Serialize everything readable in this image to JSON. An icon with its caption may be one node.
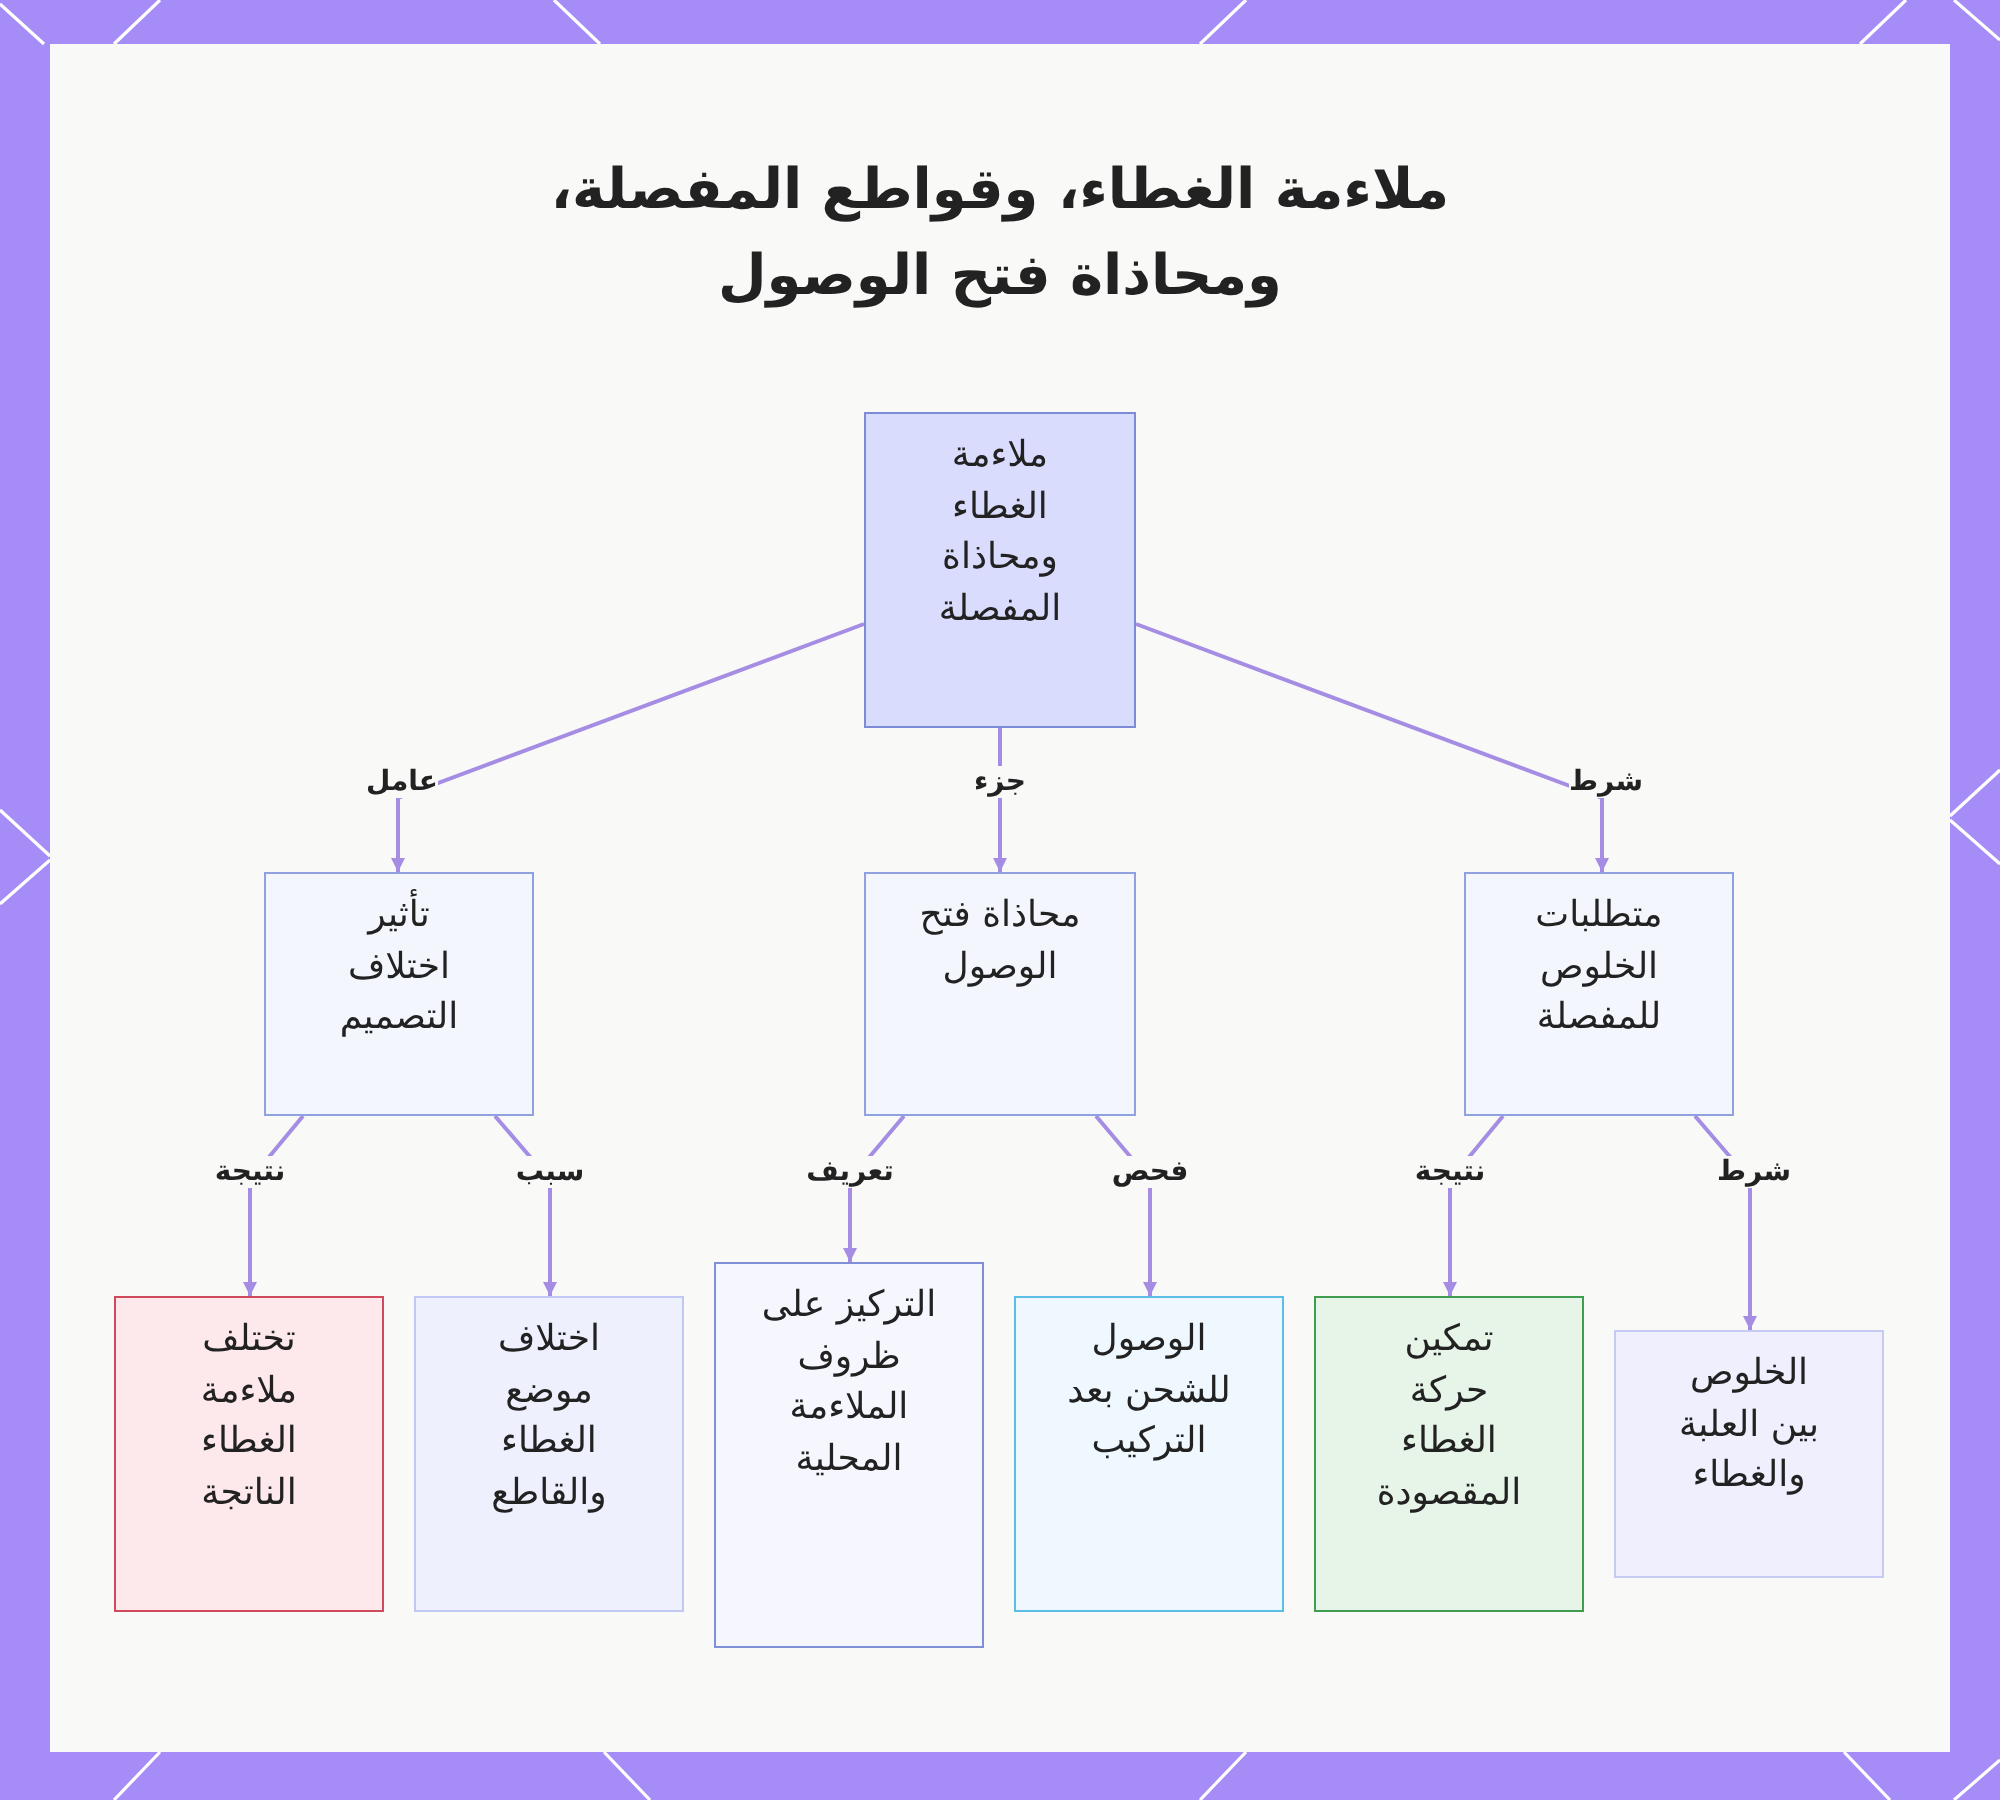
{
  "diagram": {
    "title": "ملاءمة الغطاء، وقواطع المفصلة، ومحاذاة فتح الوصول",
    "nodes": [
      {
        "text": [
          "ملاءمة الغطاء ومحاذاة المفصلة"
        ]
      },
      {
        "text": [
          "تأثير اختلاف التصميم"
        ]
      },
      {
        "text": [
          "محاذاة فتح الوصول"
        ]
      },
      {
        "text": [
          "متطلبات الخلوص للمفصلة"
        ]
      },
      {
        "text": [
          "تختلف ملاءمة الغطاء الناتجة"
        ]
      },
      {
        "text": [
          "اختلاف موضع الغطاء والقاطع"
        ]
      },
      {
        "text": [
          "التركيز على ظروف الملاءمة المحلية"
        ]
      },
      {
        "text": [
          "الوصول للشحن بعد التركيب"
        ]
      },
      {
        "text": [
          "تمكين حركة الغطاء المقصودة"
        ]
      },
      {
        "text": [
          "الخلوص بين العلبة والغطاء"
        ]
      }
    ],
    "edges": [
      {
        "from": 0,
        "to": 1,
        "arrow": "to",
        "label": "عامل"
      },
      {
        "from": 0,
        "to": 2,
        "arrow": "to",
        "label": "جزء"
      },
      {
        "from": 0,
        "to": 3,
        "arrow": "to",
        "label": "شرط"
      },
      {
        "from": 1,
        "to": 4,
        "arrow": "to",
        "label": "نتيجة"
      },
      {
        "from": 1,
        "to": 5,
        "arrow": "to",
        "label": "سبب"
      },
      {
        "from": 2,
        "to": 6,
        "arrow": "to",
        "label": "تعريف"
      },
      {
        "from": 2,
        "to": 7,
        "arrow": "to",
        "label": "فحص"
      },
      {
        "from": 3,
        "to": 8,
        "arrow": "to",
        "label": "نتيجة"
      },
      {
        "from": 3,
        "to": 9,
        "arrow": "to",
        "label": "شرط"
      }
    ]
  }
}
